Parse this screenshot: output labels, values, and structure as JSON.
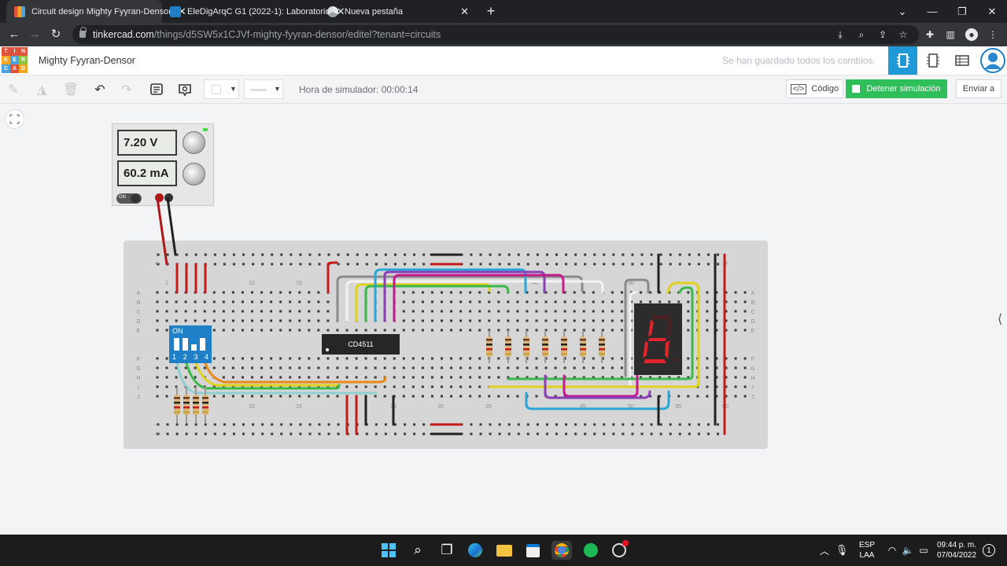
{
  "browser": {
    "tabs": [
      {
        "title": "Circuit design Mighty Fyyran-Densor",
        "active": true
      },
      {
        "title": "EleDigArqC G1 (2022-1): Laboratorio",
        "active": false
      },
      {
        "title": "Nueva pestaña",
        "active": false
      }
    ],
    "new_tab": "+",
    "url_host": "tinkercad.com",
    "url_path": "/things/d5SW5x1CJVf-mighty-fyyran-densor/editel?tenant=circuits"
  },
  "app": {
    "logo_letters": [
      "T",
      "I",
      "N",
      "K",
      "E",
      "R",
      "C",
      "A",
      "D"
    ],
    "logo_colors": [
      "#e1523d",
      "#e1523d",
      "#e1523d",
      "#f5a623",
      "#4aa3df",
      "#8dc63f",
      "#4aa3df",
      "#e1523d",
      "#f5a623"
    ],
    "project_title": "Mighty Fyyran-Densor",
    "save_status": "Se han guardado todos los cambios.",
    "accent": "#1f9ad6"
  },
  "toolbar": {
    "sim_time": "Hora de simulador: 00:00:14",
    "code_label": "Código",
    "stop_label": "Detener simulación",
    "send_label": "Enviar a"
  },
  "psu": {
    "voltage": "7.20 V",
    "current": "60.2 mA",
    "switch_label": "ON"
  },
  "breadboard": {
    "top_numbers": [
      "1",
      "10",
      "15",
      "40",
      "50"
    ],
    "bottom_numbers": [
      "10",
      "15",
      "25",
      "30",
      "35",
      "45",
      "50",
      "55",
      "60"
    ],
    "row_letters_top": [
      "A",
      "B",
      "C",
      "D",
      "E"
    ],
    "row_letters_bottom": [
      "F",
      "G",
      "H",
      "I",
      "J"
    ]
  },
  "components": {
    "ic_label": "CD4511",
    "dip_label": "ON",
    "dip_numbers": [
      "1",
      "2",
      "3",
      "4"
    ]
  },
  "taskbar": {
    "lang_top": "ESP",
    "lang_bottom": "LAA",
    "time": "09:44 p. m.",
    "date": "07/04/2022",
    "notifications": "1"
  }
}
